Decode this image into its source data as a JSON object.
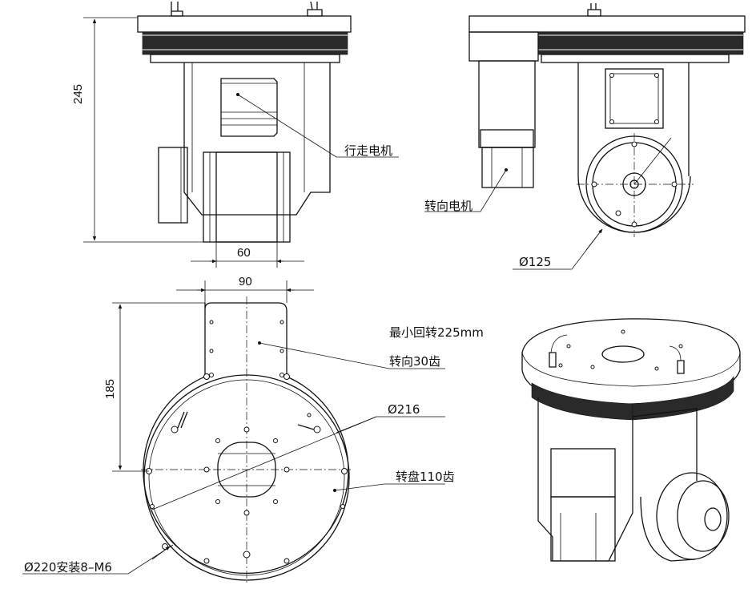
{
  "dimensions": {
    "height_245": "245",
    "width_60": "60",
    "width_90": "90",
    "height_185": "185"
  },
  "labels": {
    "drive_motor": "行走电机",
    "steer_motor": "转向电机",
    "dia_125": "Ø125",
    "min_turn": "最小回转225mm",
    "steer_teeth": "转向30齿",
    "dia_216": "Ø216",
    "turntable_teeth": "转盘110齿",
    "dia_220_mount": "Ø220安装8–M6"
  }
}
